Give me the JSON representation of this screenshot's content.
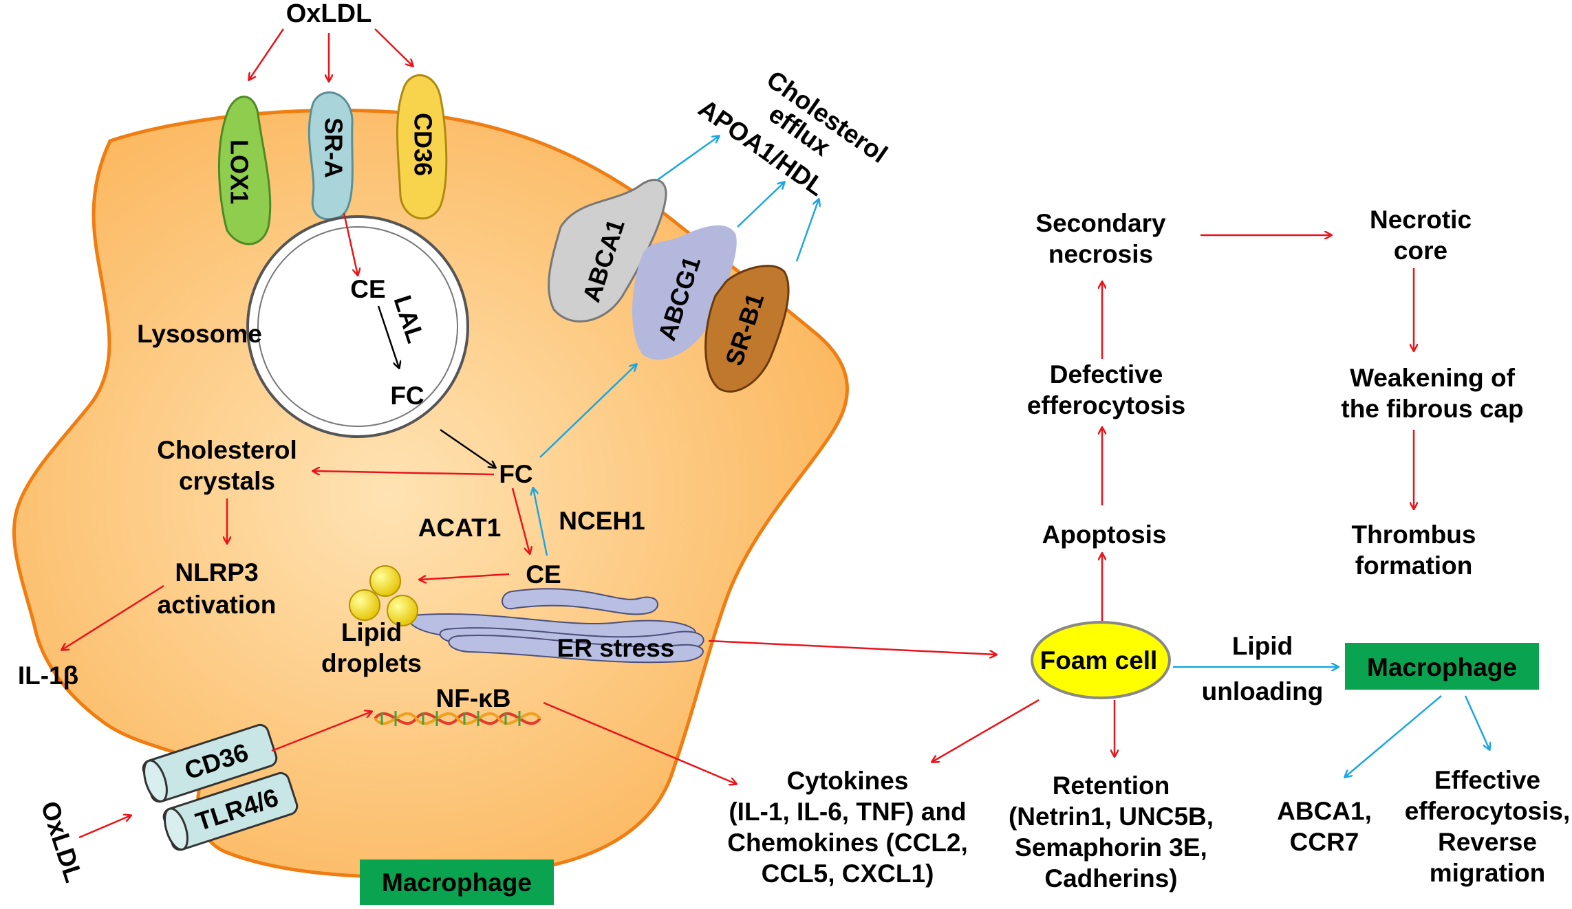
{
  "colors": {
    "red_arrow": "#e8141b",
    "blue_arrow": "#1aa6e0",
    "black_arrow": "#000000",
    "cell_fill": "#fdc272",
    "cell_stroke": "#ef7d12",
    "lox1": "#8fcd4f",
    "sra": "#a9d4d9",
    "cd36": "#f8d34c",
    "abca1": "#cfcfcf",
    "abcg1": "#b3b8dc",
    "srb1": "#c0782c",
    "foam_cell": "#ffff00",
    "macrophage_box": "#0aa34f",
    "er": "#b9bfe3",
    "lipid": "#f7df18"
  },
  "labels": {
    "oxldl_top": "OxLDL",
    "lox1": "LOX1",
    "sra": "SR-A",
    "cd36_top": "CD36",
    "lysosome": "Lysosome",
    "ce_lysosome": "CE",
    "lal": "LAL",
    "fc_lysosome": "FC",
    "cholesterol_efflux": [
      "Cholesterol",
      "efflux"
    ],
    "apoa1_hdl": "APOA1/HDL",
    "abca1": "ABCA1",
    "abcg1": "ABCG1",
    "srb1": "SR-B1",
    "fc_center": "FC",
    "cholesterol_crystals": [
      "Cholesterol",
      "crystals"
    ],
    "acat1": "ACAT1",
    "nceh1": "NCEH1",
    "ce_center": "CE",
    "nlrp3": [
      "NLRP3",
      "activation"
    ],
    "lipid_droplets": [
      "Lipid",
      "droplets"
    ],
    "er_stress": "ER stress",
    "il1b": "IL-1β",
    "nfkb": "NF-κB",
    "cd36_bottom": "CD36",
    "tlr46": "TLR4/6",
    "oxldl_bottom": "OxLDL",
    "macrophage_cell": "Macrophage",
    "secondary_necrosis": [
      "Secondary",
      "necrosis"
    ],
    "necrotic_core": [
      "Necrotic",
      "core"
    ],
    "defective_efferocytosis": [
      "Defective",
      "efferocytosis"
    ],
    "weakening": [
      "Weakening of",
      "the fibrous cap"
    ],
    "apoptosis": "Apoptosis",
    "thrombus": [
      "Thrombus",
      "formation"
    ],
    "foam_cell": "Foam cell",
    "lipid_unloading": [
      "Lipid",
      "unloading"
    ],
    "macrophage_right": "Macrophage",
    "cytokines": [
      "Cytokines",
      "(IL-1, IL-6, TNF) and",
      "Chemokines (CCL2,",
      "CCL5, CXCL1)"
    ],
    "retention": [
      "Retention",
      "(Netrin1, UNC5B,",
      "Semaphorin 3E,",
      "Cadherins)"
    ],
    "abca1_ccr7": [
      "ABCA1,",
      "CCR7"
    ],
    "effective": [
      "Effective",
      "efferocytosis,",
      "Reverse",
      "migration"
    ]
  }
}
